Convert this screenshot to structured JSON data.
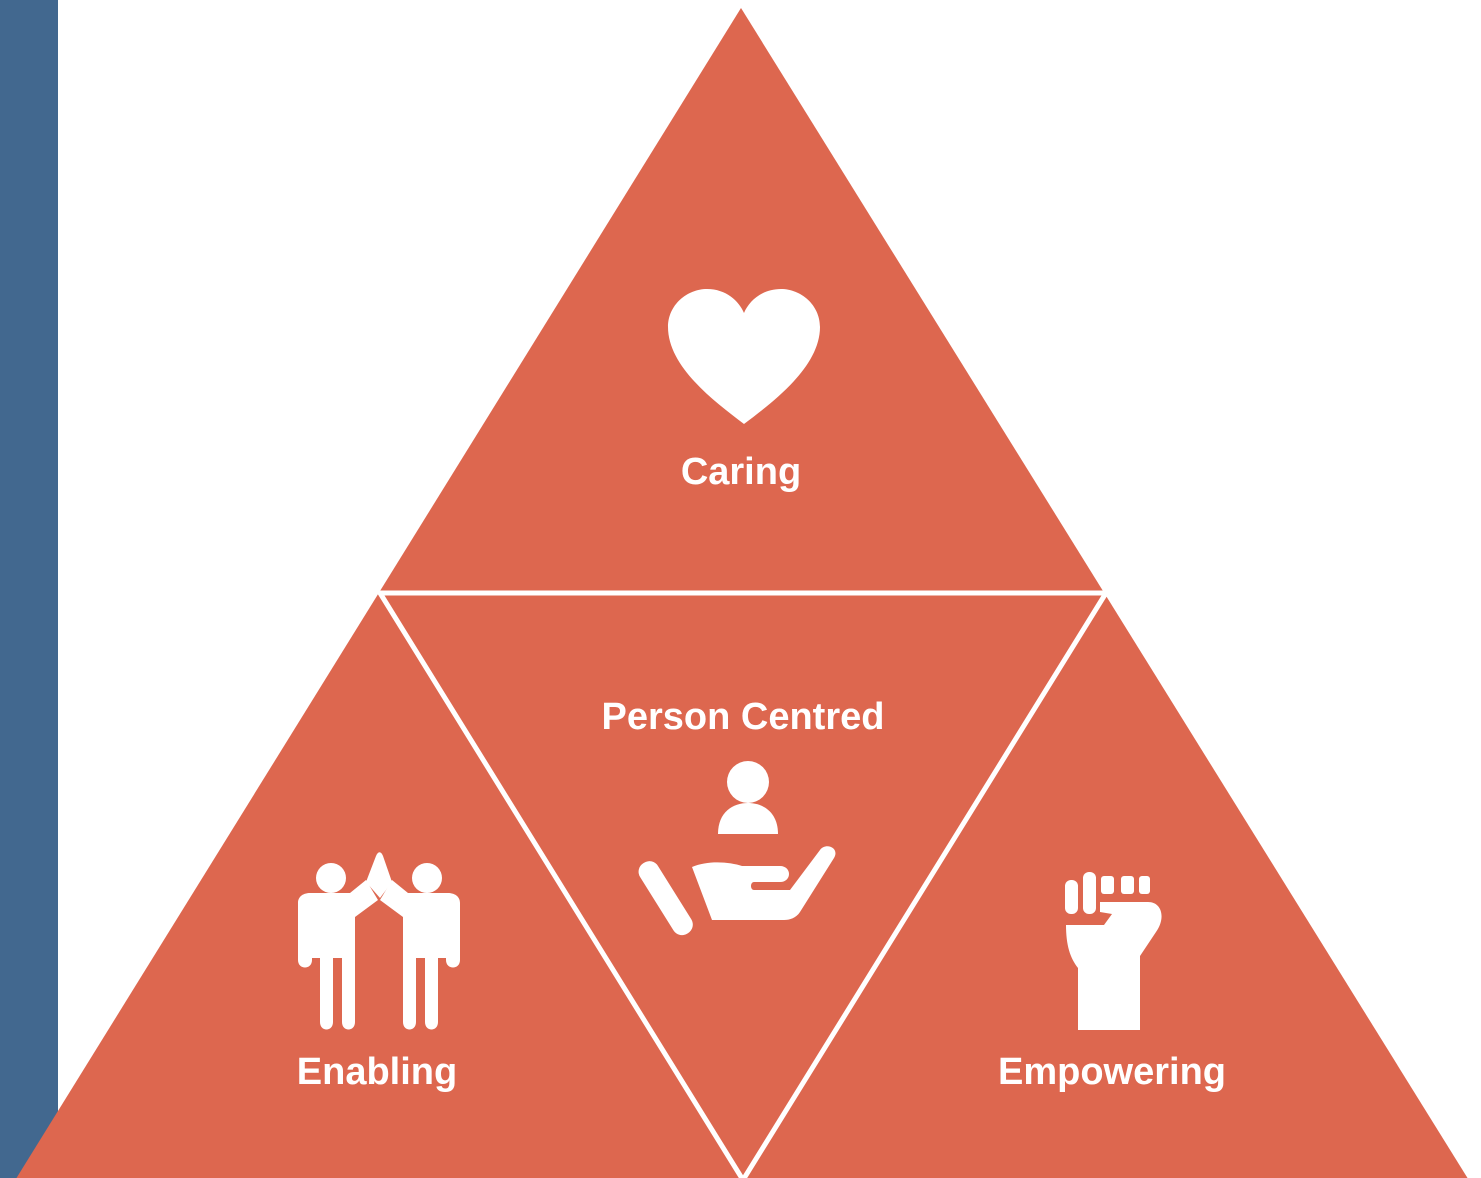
{
  "colors": {
    "side_bar": "#42688f",
    "triangle_fill": "#dd674f",
    "outline": "#ffffff",
    "label_text": "#ffffff",
    "icon_fill": "#ffffff",
    "background": "#ffffff"
  },
  "sections": {
    "top": {
      "label": "Caring",
      "icon": "heart-icon"
    },
    "center": {
      "label": "Person Centred",
      "icon": "hand-holding-person-icon"
    },
    "left": {
      "label": "Enabling",
      "icon": "high-five-icon"
    },
    "right": {
      "label": "Empowering",
      "icon": "raised-fist-icon"
    }
  }
}
